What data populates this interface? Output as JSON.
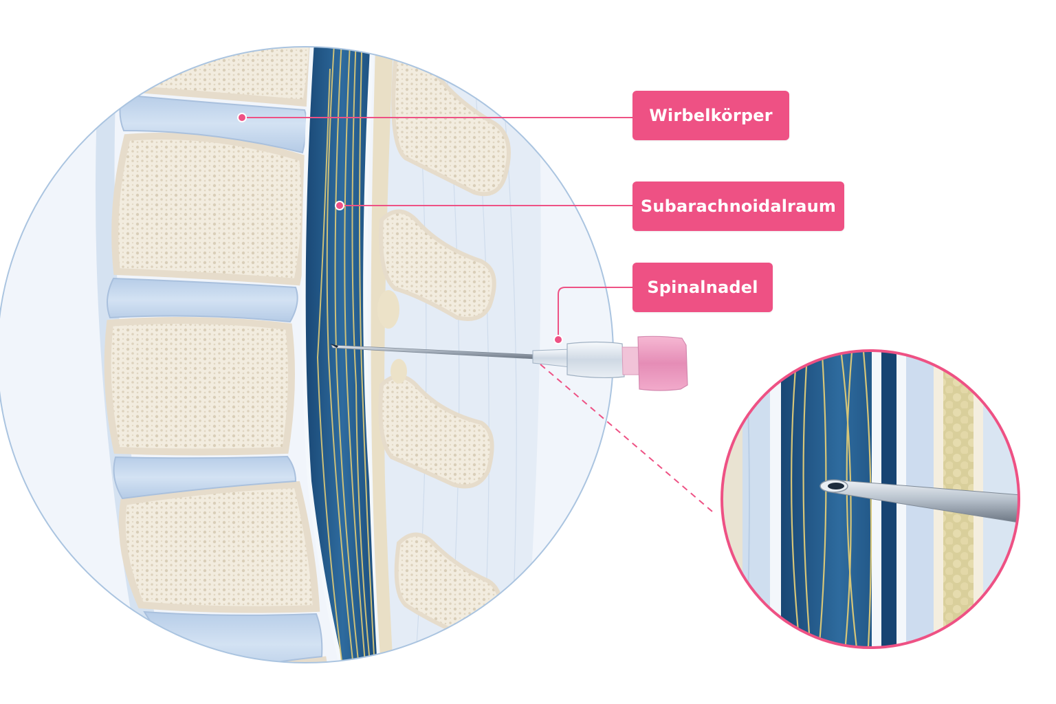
{
  "labels": {
    "vertebral_body": "Wirbelkörper",
    "subarachnoid_space": "Subarachnoidalraum",
    "spinal_needle": "Spinalnadel"
  },
  "colors": {
    "accent": "#ee5184",
    "csf_dark": "#1d4f7e",
    "csf_mid": "#2f6fa3",
    "disc": "#c5d8ee",
    "bone": "#efe8da",
    "nerve": "#d9c77a",
    "outline": "#aac4e0"
  }
}
